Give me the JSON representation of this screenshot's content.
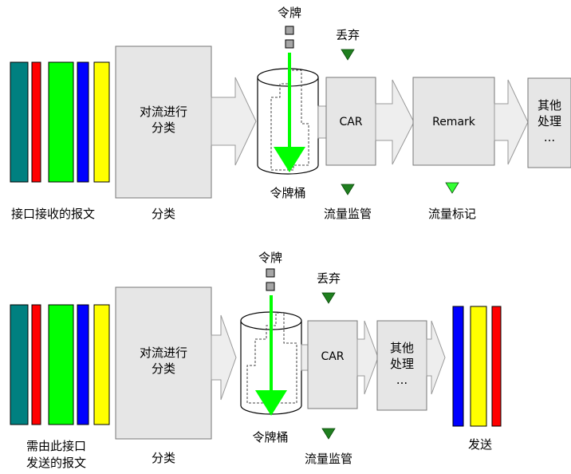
{
  "top": {
    "token_label": "令牌",
    "drop_label": "丢弃",
    "classify_box": "对流进行\n分类",
    "car_box": "CAR",
    "remark_box": "Remark",
    "other_box": "其他\n处理\n...",
    "bucket_label": "令牌桶",
    "received_label": "接口接收的报文",
    "classify_label": "分类",
    "policing_label": "流量监管",
    "marking_label": "流量标记"
  },
  "bottom": {
    "token_label": "令牌",
    "drop_label": "丢弃",
    "classify_box": "对流进行\n分类",
    "car_box": "CAR",
    "other_box": "其他\n处理\n...",
    "bucket_label": "令牌桶",
    "send_packets_label": "需由此接口\n发送的报文",
    "classify_label": "分类",
    "policing_label": "流量监管",
    "send_label": "发送"
  },
  "colors": {
    "teal": "#008080",
    "red": "#ff0000",
    "green": "#00ff00",
    "blue": "#0000ff",
    "yellow": "#ffff00",
    "box_fill": "#e6e6e6",
    "token_fill": "#a6a6a6",
    "arrow_green": "#00ff00",
    "triangle_dark": "#1f7f1f",
    "triangle_light": "#33ff33"
  }
}
